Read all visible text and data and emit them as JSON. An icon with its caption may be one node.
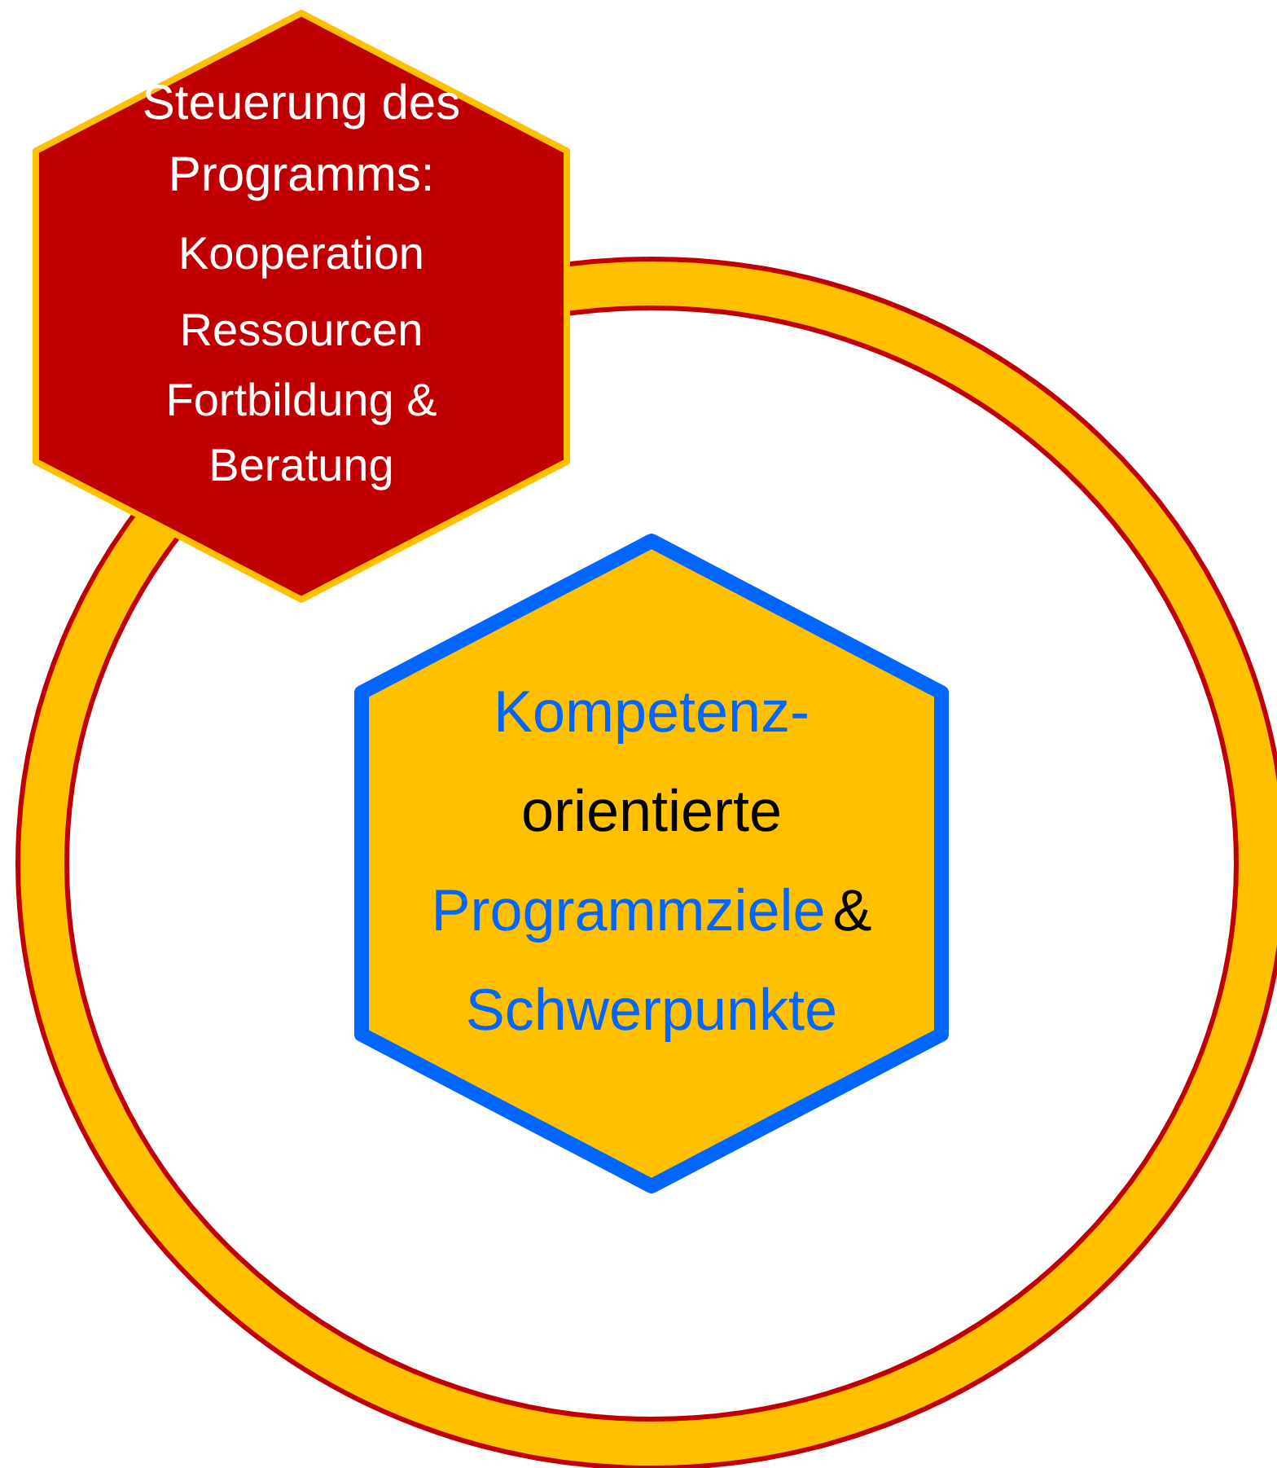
{
  "diagram": {
    "nodes": [
      {
        "text": [
          "Steuerung des Programms:",
          "Kooperation",
          "Ressourcen",
          "Fortbildung & Beratung"
        ]
      },
      {
        "text": [
          "Kompetenz-",
          "orientierte",
          "Programmziele",
          "&",
          "Schwerpunkte"
        ]
      }
    ],
    "edges": []
  }
}
